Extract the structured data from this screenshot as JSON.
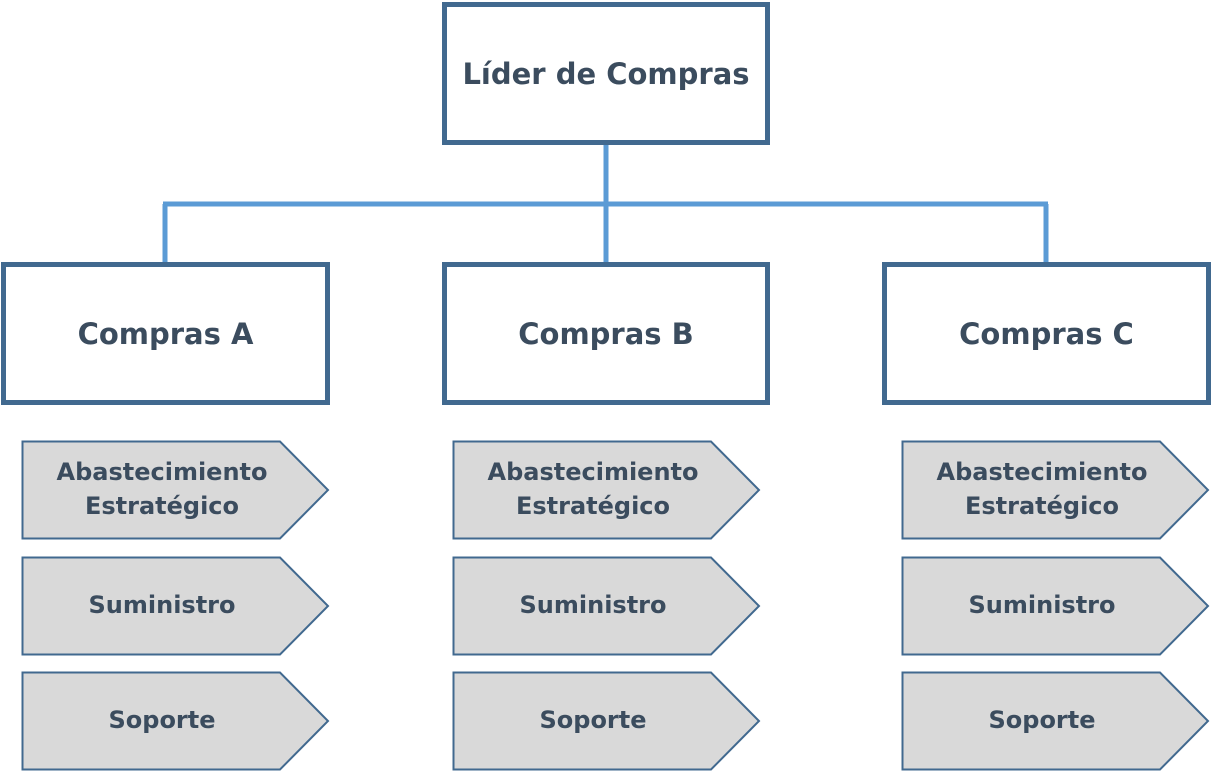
{
  "colors": {
    "box_border": "#41698f",
    "connector": "#5b9bd5",
    "text": "#3b4c5e",
    "chevron_fill": "#d9d9d9",
    "chevron_border": "#41698f"
  },
  "root": {
    "label": "Líder de Compras"
  },
  "units": [
    {
      "label": "Compras A",
      "functions": [
        "Abastecimiento\nEstratégico",
        "Suministro",
        "Soporte"
      ]
    },
    {
      "label": "Compras B",
      "functions": [
        "Abastecimiento\nEstratégico",
        "Suministro",
        "Soporte"
      ]
    },
    {
      "label": "Compras C",
      "functions": [
        "Abastecimiento\nEstratégico",
        "Suministro",
        "Soporte"
      ]
    }
  ]
}
